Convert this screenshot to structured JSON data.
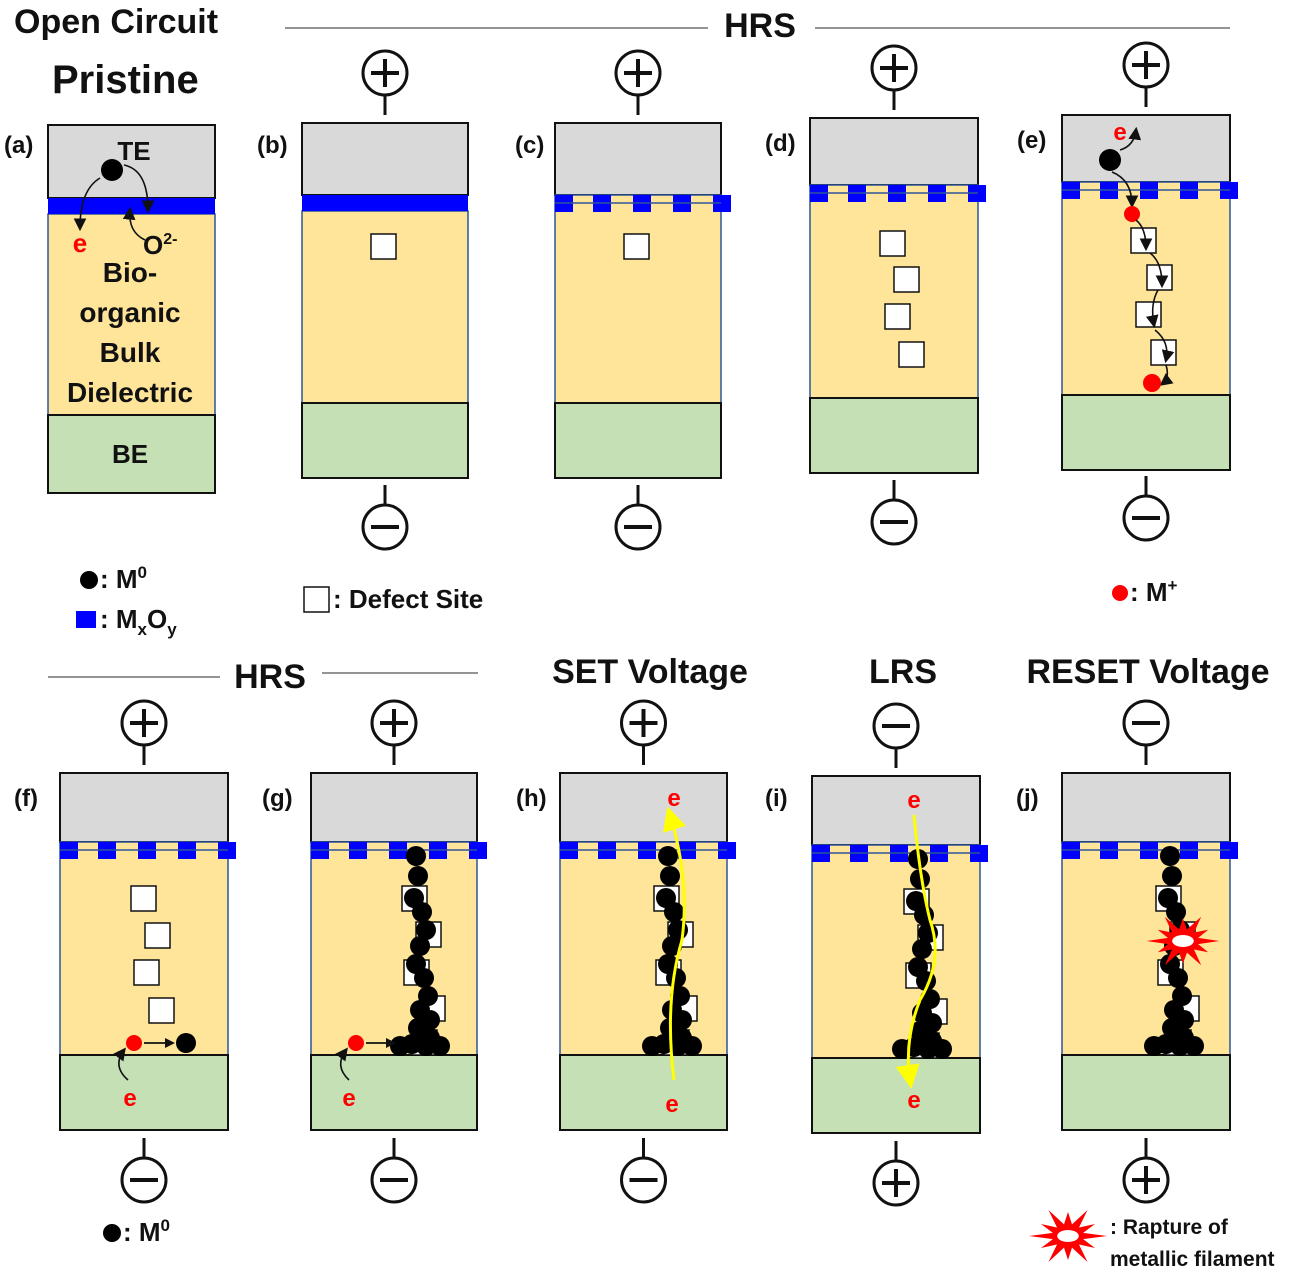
{
  "headers": {
    "open_circuit": "Open Circuit",
    "pristine": "Pristine",
    "hrs_top": "HRS",
    "hrs_bottom": "HRS",
    "set_voltage": "SET Voltage",
    "lrs": "LRS",
    "reset_voltage": "RESET Voltage"
  },
  "panel_labels": [
    "(a)",
    "(b)",
    "(c)",
    "(d)",
    "(e)",
    "(f)",
    "(g)",
    "(h)",
    "(i)",
    "(j)"
  ],
  "panel_a": {
    "te": "TE",
    "be": "BE",
    "electron": "e",
    "oxygen_ion": "O",
    "oxygen_charge": "2-",
    "bulk_lines": [
      "Bio-",
      "organic",
      "Bulk",
      "Dielectric"
    ]
  },
  "electron_label": "e",
  "terminals": {
    "b": [
      "+",
      "-"
    ],
    "c": [
      "+",
      "-"
    ],
    "d": [
      "+",
      "-"
    ],
    "e": [
      "+",
      "-"
    ],
    "f": [
      "+",
      "-"
    ],
    "g": [
      "+",
      "-"
    ],
    "h": [
      "+",
      "-"
    ],
    "i": [
      "-",
      "+"
    ],
    "j": [
      "-",
      "+"
    ]
  },
  "legends": {
    "metal_atom": {
      "text": ": M",
      "sup": "0"
    },
    "metal_oxide": {
      "text": ": M",
      "sub1": "x",
      "mid": "O",
      "sub2": "y"
    },
    "defect_site": ": Defect Site",
    "metal_ion": {
      "text": ": M",
      "sup": "+"
    },
    "metal_atom_f": {
      "text": ": M",
      "sup": "0"
    },
    "rupture": [
      ": Rapture of",
      "metallic filament"
    ]
  },
  "colors": {
    "electrode_top": "#d9d9d9",
    "dielectric": "#ffe599",
    "electrode_bottom": "#c5e0b4",
    "oxide": "#0000ff",
    "electron": "#ff0000",
    "current_path": "#ffff00"
  }
}
